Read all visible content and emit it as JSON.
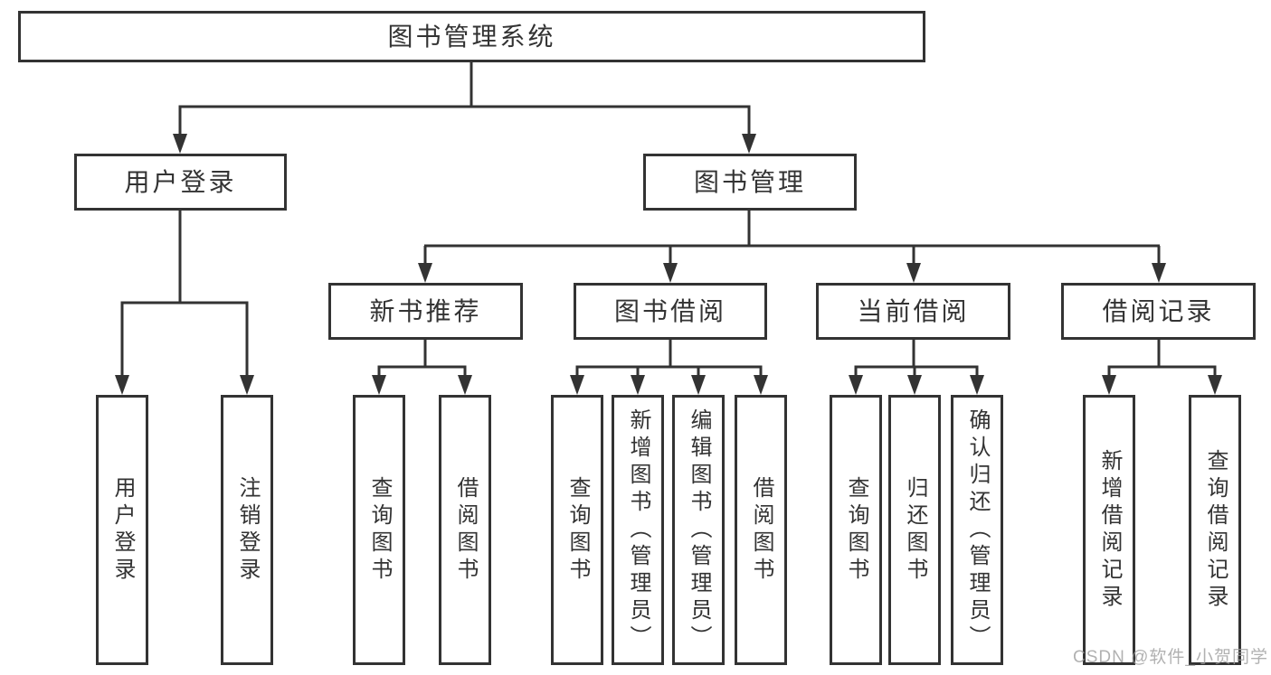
{
  "nodes": {
    "root": {
      "label": "图书管理系统"
    },
    "l2": [
      {
        "label": "用户登录"
      },
      {
        "label": "图书管理"
      }
    ],
    "l3": [
      {
        "label": "新书推荐"
      },
      {
        "label": "图书借阅"
      },
      {
        "label": "当前借阅"
      },
      {
        "label": "借阅记录"
      }
    ],
    "l4": [
      {
        "label": "用户登录"
      },
      {
        "label": "注销登录"
      },
      {
        "label": "查询图书"
      },
      {
        "label": "借阅图书"
      },
      {
        "label": "查询图书"
      },
      {
        "label": "新增图书（管理员）"
      },
      {
        "label": "编辑图书（管理员）"
      },
      {
        "label": "借阅图书"
      },
      {
        "label": "查询图书"
      },
      {
        "label": "归还图书"
      },
      {
        "label": "确认归还（管理员）"
      },
      {
        "label": "新增借阅记录"
      },
      {
        "label": "查询借阅记录"
      }
    ]
  },
  "watermark": "CSDN @软件_小贺同学",
  "colors": {
    "line": "#333333",
    "text": "#333333",
    "watermark": "#9e9e9e",
    "background": "#ffffff"
  }
}
